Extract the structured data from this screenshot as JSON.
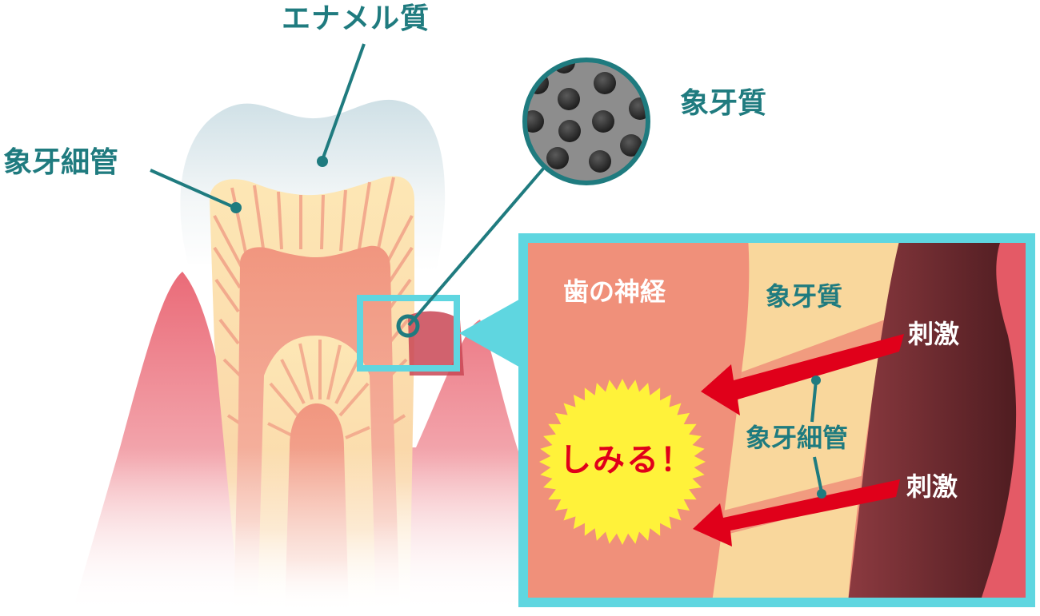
{
  "labels": {
    "enamel": "エナメル質",
    "dentinal_tubules": "象牙細管",
    "dentin_magnified": "象牙質",
    "nerve": "歯の神経",
    "dentin_inset": "象牙質",
    "stimulus_upper": "刺激",
    "stimulus_lower": "刺激",
    "tubules_inset": "象牙細管",
    "sensitivity": "しみる！"
  },
  "colors": {
    "accent_teal": "#1f7b7f",
    "frame_cyan": "#5fd6e0",
    "stimulus_red": "#e0001a",
    "burst_yellow": "#fff23a",
    "pulp_salmon": "#f0907a",
    "dentin_cream": "#f9d79c",
    "gum_dark": "#5a1e22",
    "gum_pink": "#e45a66"
  }
}
